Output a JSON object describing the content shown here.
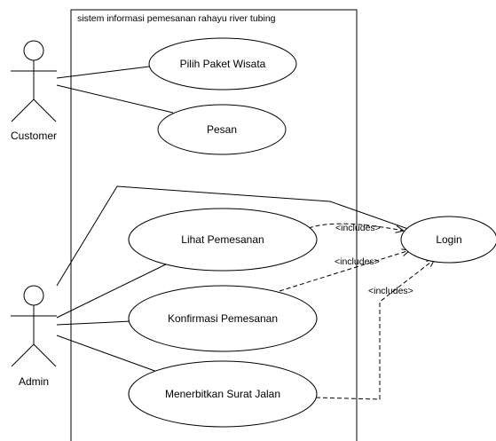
{
  "system": {
    "title": "sistem informasi pemesanan rahayu river tubing"
  },
  "actors": {
    "customer": "Customer",
    "admin": "Admin"
  },
  "use_cases": {
    "pilih_paket": "Pilih Paket Wisata",
    "pesan": "Pesan",
    "lihat": "Lihat Pemesanan",
    "konfirmasi": "Konfirmasi Pemesanan",
    "menerbitkan": "Menerbitkan Surat Jalan",
    "login": "Login"
  },
  "relations": {
    "inc1": "<includes>",
    "inc2": "<includes>",
    "inc3": "<includes>"
  }
}
